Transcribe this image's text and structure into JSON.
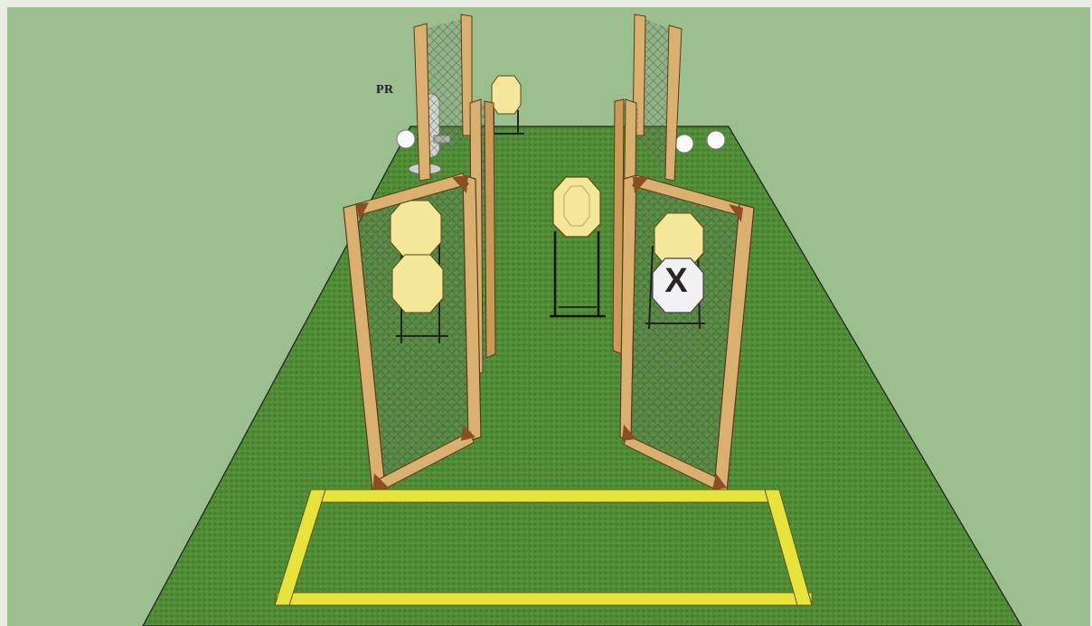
{
  "scene": {
    "label_pr": "PR",
    "no_shoot_mark": "X",
    "colors": {
      "background": "#9bbf8f",
      "grass": "#4f8a35",
      "wood": "#d9b070",
      "wood_dark": "#8a4e22",
      "target": "#f4e79a",
      "no_shoot_target": "#f1f1f3",
      "shooting_box": "#e8e23c",
      "mesh": "#8f9a88"
    },
    "objects": {
      "walls": 6,
      "paper_targets": 6,
      "no_shoot_targets": 1,
      "barrels": 3,
      "shooting_box": 1
    }
  }
}
